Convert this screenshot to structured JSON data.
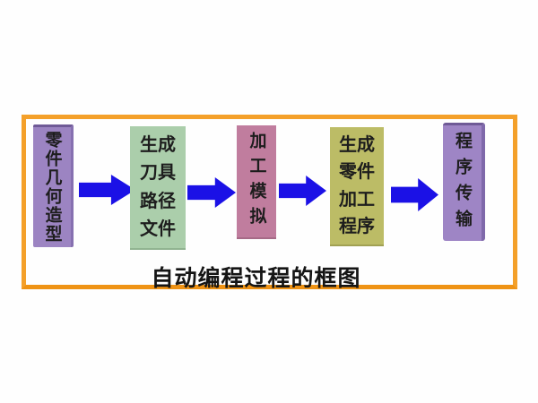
{
  "diagram": {
    "caption": "自动编程过程的框图",
    "frame_color": "#f4a02a",
    "arrow_color": "#1b11e6",
    "steps": [
      {
        "name": "part-geometry-modeling",
        "text": "零件几何造型",
        "fill": "#9c84c2",
        "orientation": "vertical"
      },
      {
        "name": "generate-toolpath-file",
        "line1": "生成",
        "line2": "刀具",
        "line3": "路径",
        "line4": "文件",
        "fill": "#abceab",
        "orientation": "stacked-rows"
      },
      {
        "name": "machining-simulation",
        "text": "加工模拟",
        "fill": "#c07d9e",
        "orientation": "vertical"
      },
      {
        "name": "generate-part-machining-program",
        "line1": "生成",
        "line2": "零件",
        "line3": "加工",
        "line4": "程序",
        "fill": "#bcbc66",
        "orientation": "stacked-rows"
      },
      {
        "name": "program-transfer",
        "text": "程序传输",
        "fill": "#9e85c5",
        "orientation": "vertical"
      }
    ]
  }
}
